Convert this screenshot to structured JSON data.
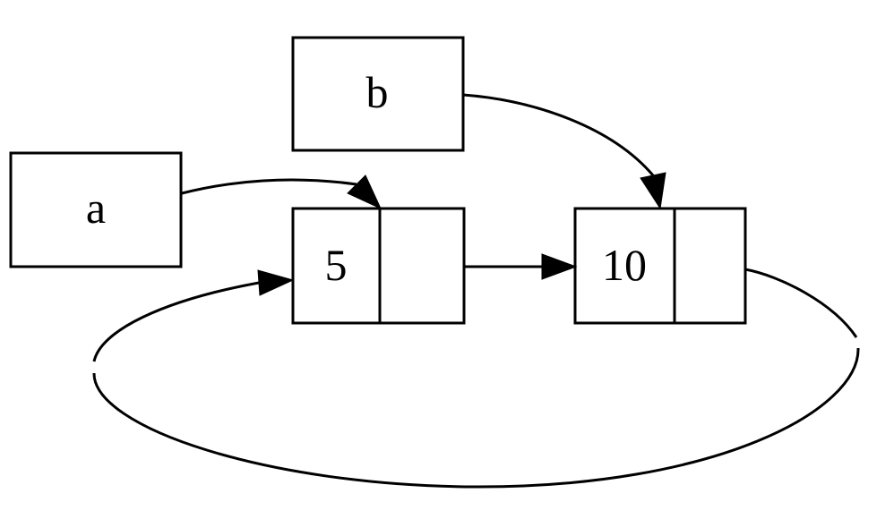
{
  "diagram": {
    "description": "circular linked list with two variable pointers",
    "background_color": "#ffffff",
    "line_color": "#000000",
    "variables": [
      {
        "label": "a",
        "points_to": "5"
      },
      {
        "label": "b",
        "points_to": "10"
      }
    ],
    "nodes": [
      {
        "value": "5",
        "next": "10"
      },
      {
        "value": "10",
        "next": "5"
      }
    ],
    "edges": [
      {
        "from": "a",
        "to": "node-5"
      },
      {
        "from": "b",
        "to": "node-10"
      },
      {
        "from": "node-5",
        "to": "node-10"
      },
      {
        "from": "node-10",
        "to": "node-5"
      }
    ]
  }
}
